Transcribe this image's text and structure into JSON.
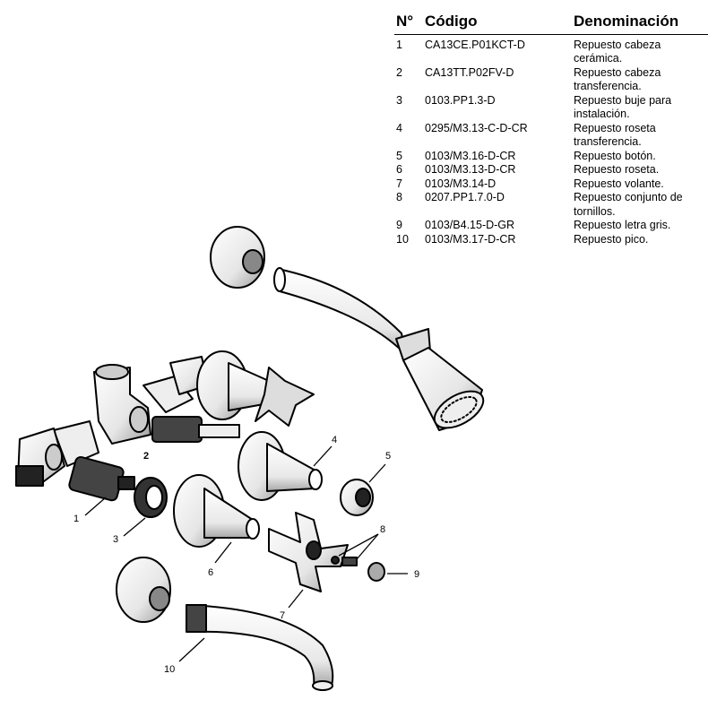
{
  "table": {
    "headers": {
      "number": "N°",
      "code": "Código",
      "name": "Denominación"
    },
    "rows": [
      {
        "n": "1",
        "code": "CA13CE.P01KCT-D",
        "name": "Repuesto cabeza cerámica."
      },
      {
        "n": "2",
        "code": "CA13TT.P02FV-D",
        "name": "Repuesto cabeza transferencia."
      },
      {
        "n": "3",
        "code": "0103.PP1.3-D",
        "name": "Repuesto buje para instalación."
      },
      {
        "n": "4",
        "code": "0295/M3.13-C-D-CR",
        "name": "Repuesto roseta transferencia."
      },
      {
        "n": "5",
        "code": "0103/M3.16-D-CR",
        "name": "Repuesto botón."
      },
      {
        "n": "6",
        "code": "0103/M3.13-D-CR",
        "name": "Repuesto roseta."
      },
      {
        "n": "7",
        "code": "0103/M3.14-D",
        "name": "Repuesto volante."
      },
      {
        "n": "8",
        "code": "0207.PP1.7.0-D",
        "name": "Repuesto conjunto de tornillos."
      },
      {
        "n": "9",
        "code": "0103/B4.15-D-GR",
        "name": "Repuesto letra gris."
      },
      {
        "n": "10",
        "code": "0103/M3.17-D-CR",
        "name": "Repuesto pico."
      }
    ]
  },
  "callouts": {
    "c1": "1",
    "c2": "2",
    "c3": "3",
    "c4": "4",
    "c5": "5",
    "c6": "6",
    "c7": "7",
    "c8": "8",
    "c9": "9",
    "c10": "10"
  }
}
